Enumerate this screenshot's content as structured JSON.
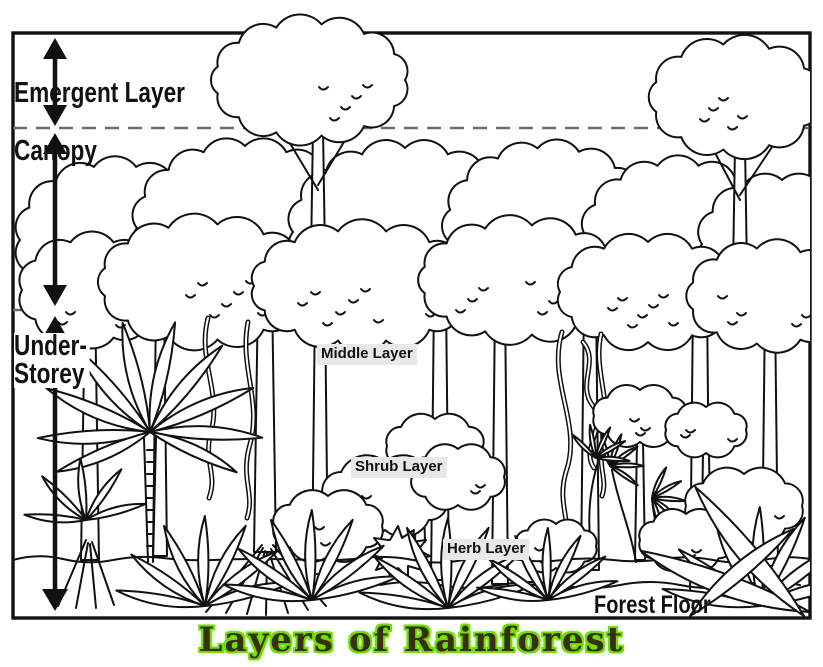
{
  "title": {
    "text": "Layers of Rainforest"
  },
  "labels": {
    "emergent": "Emergent Layer",
    "canopy": "Canopy",
    "understorey": "Under-\nStorey",
    "middle": "Middle Layer",
    "shrub": "Shrub Layer",
    "herb": "Herb Layer",
    "forest_floor": "Forest Floor"
  },
  "layers_order": [
    "Emergent Layer",
    "Canopy",
    "Under-Storey",
    "Middle Layer",
    "Shrub Layer",
    "Herb Layer",
    "Forest Floor"
  ],
  "icons": {
    "extent_arrow": "double-headed-vertical-arrow",
    "boundary_line": "dashed-horizontal-line"
  },
  "colors": {
    "background": "#ffffff",
    "ink": "#111111",
    "dashed_line": "#6b6b6b",
    "label_box_bg": "#e8e8e8",
    "title_text": "#3b2e0c",
    "title_glow": "#70dd04"
  }
}
